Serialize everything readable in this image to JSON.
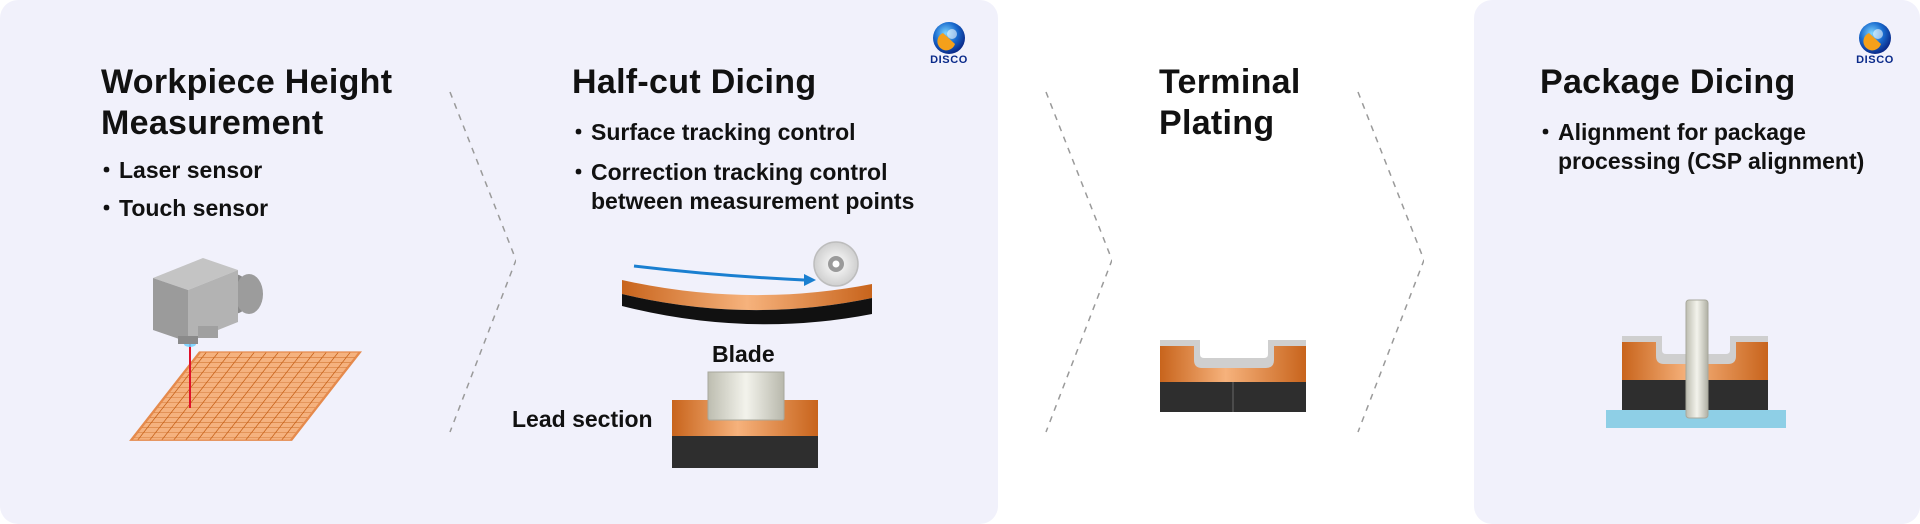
{
  "brand": {
    "logo_text": "DISCO"
  },
  "stages": [
    {
      "title_lines": [
        "Workpiece Height",
        "Measurement"
      ],
      "bullets": [
        "Laser sensor",
        "Touch sensor"
      ]
    },
    {
      "title_lines": [
        "Half-cut Dicing"
      ],
      "bullets": [
        "Surface tracking control",
        "Correction tracking control",
        "between measurement points"
      ],
      "labels": {
        "blade": "Blade",
        "lead_section": "Lead section"
      }
    },
    {
      "title_lines": [
        "Terminal",
        "Plating"
      ],
      "bullets": []
    },
    {
      "title_lines": [
        "Package Dicing"
      ],
      "bullets": [
        "Alignment for package",
        "processing (CSP alignment)"
      ]
    }
  ],
  "colors": {
    "panel_bg": "#f1f1fb",
    "copper": "#c8641c",
    "copper_light": "#f3a873",
    "mold_black": "#2e2e2e",
    "plating_gray": "#cfcfcf",
    "tape_blue": "#8ecfe6",
    "laser_red": "#e0102a",
    "arrow_blue": "#1a7fd0",
    "chevron_gray": "#9a9a9a"
  },
  "icons": [
    "disco-logo-icon",
    "laser-sensor-icon",
    "blade-icon",
    "chevron-arrow-icon"
  ]
}
